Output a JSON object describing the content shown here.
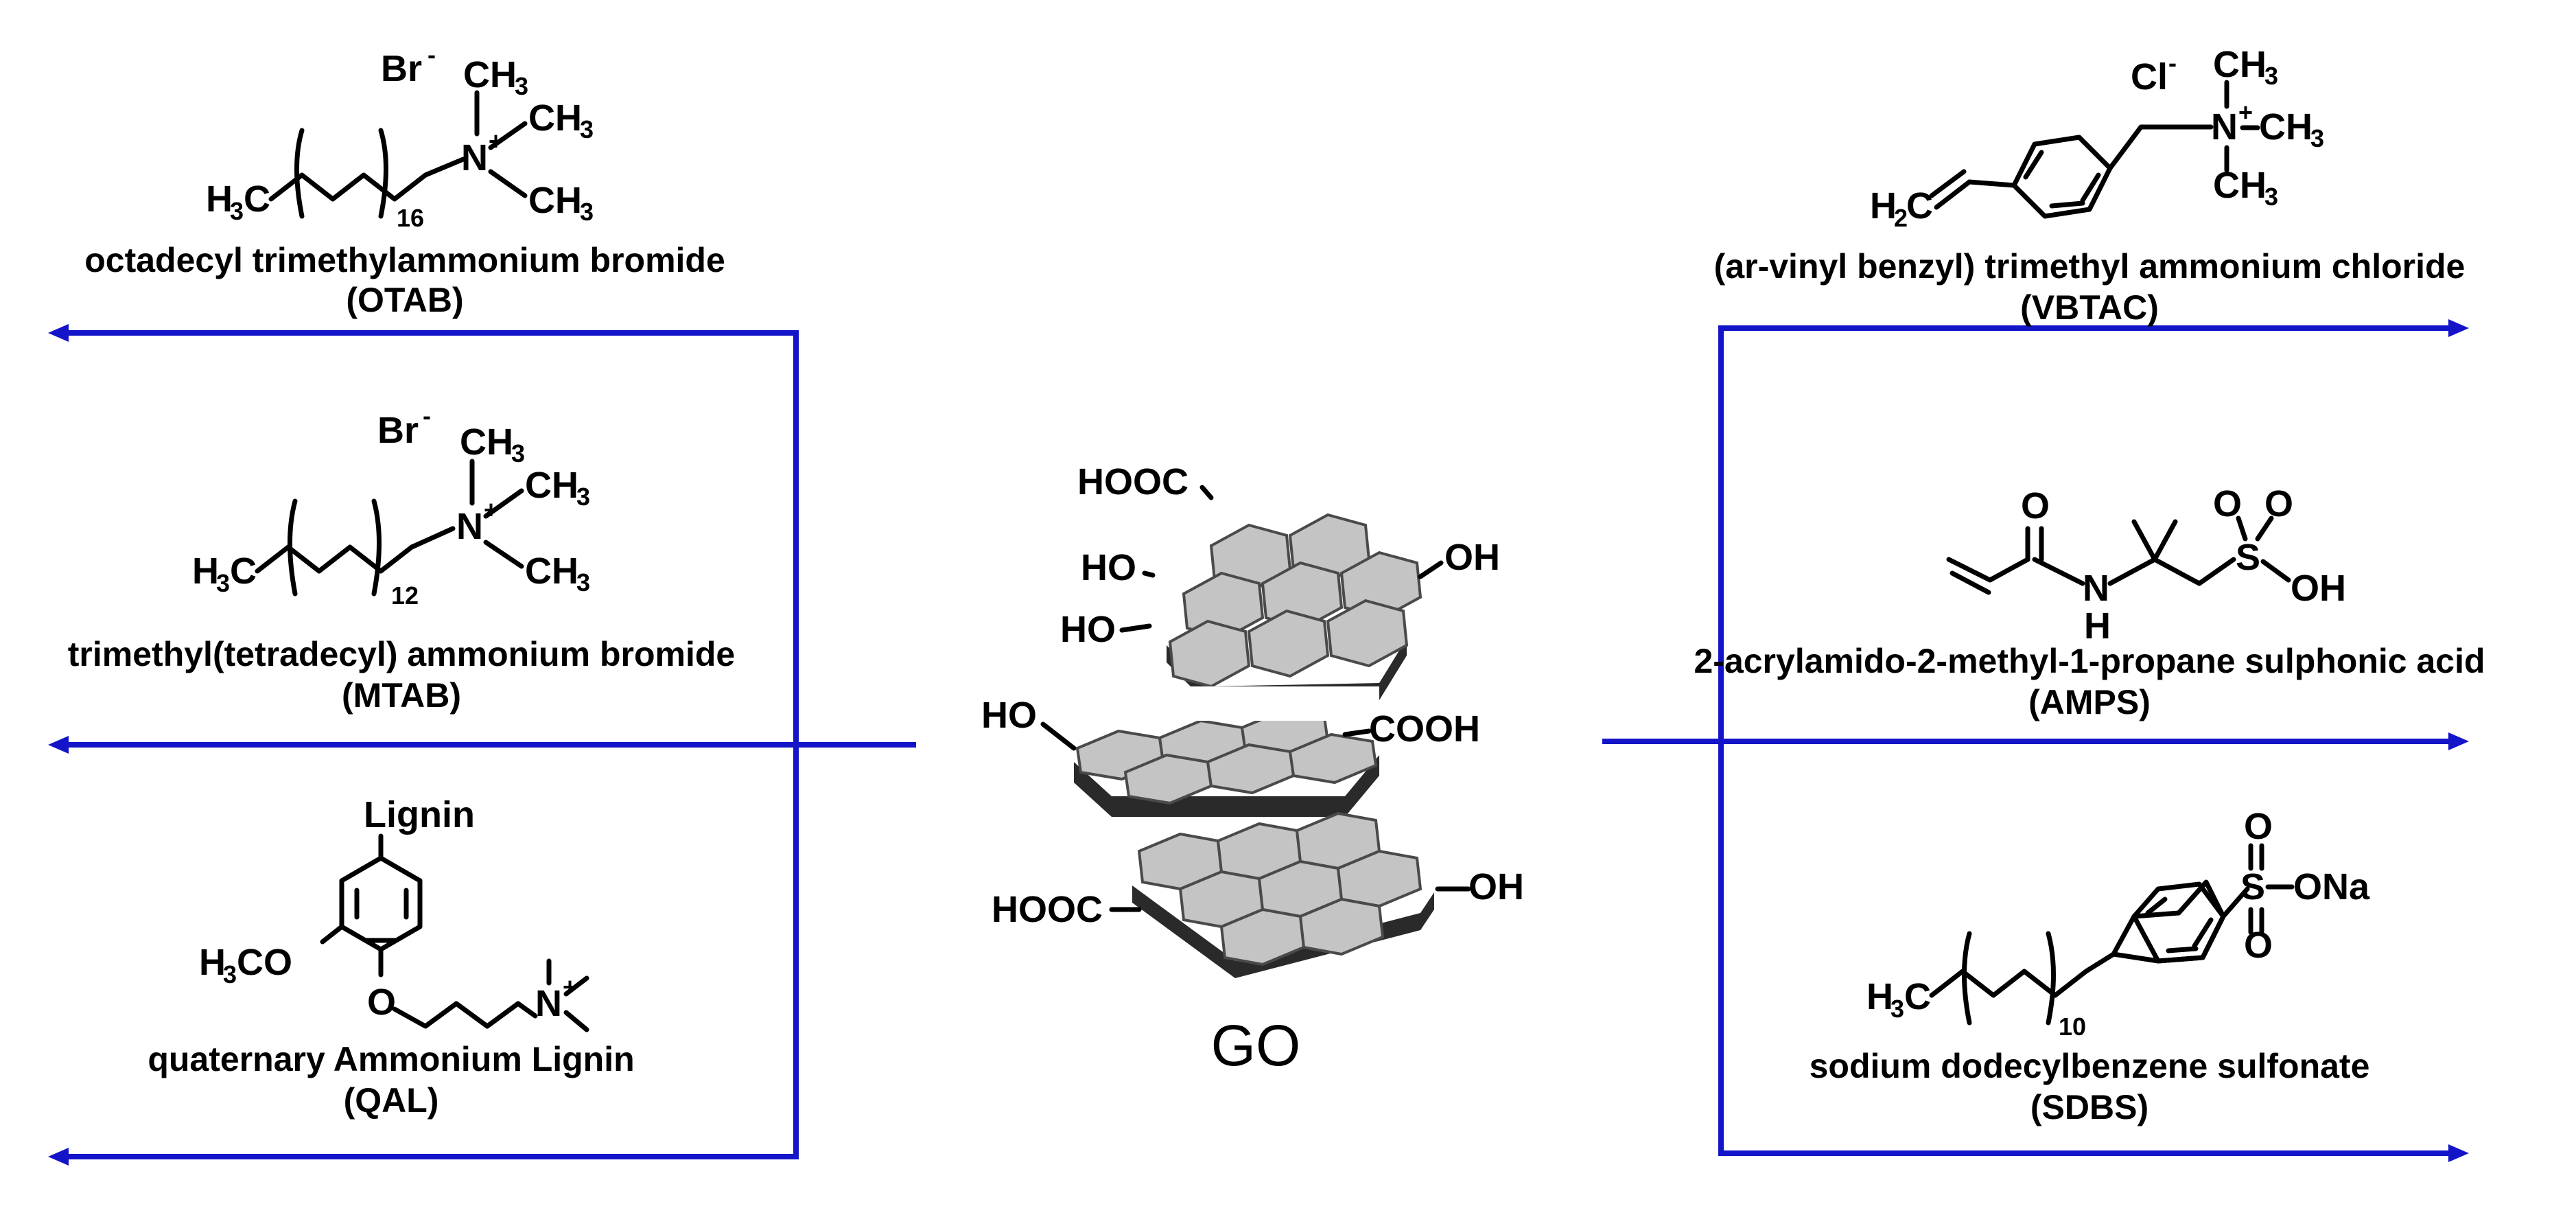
{
  "colors": {
    "arrow": "#1414c8",
    "sheet_top": "#c4c4c4",
    "sheet_edge": "#2a2a2a",
    "text": "#000000"
  },
  "center": {
    "label": "GO",
    "groups": [
      "HOOC",
      "HO",
      "HO",
      "OH",
      "HO",
      "COOH",
      "HOOC",
      "OH"
    ]
  },
  "compounds": [
    {
      "name": "octadecyl trimethylammonium bromide",
      "abbr": "(OTAB)",
      "counterion": "Br",
      "count": "16"
    },
    {
      "name": "trimethyl(tetradecyl) ammonium bromide",
      "abbr": "(MTAB)",
      "counterion": "Br",
      "count": "12"
    },
    {
      "name": "quaternary Ammonium Lignin",
      "abbr": "(QAL)",
      "top_group": "Lignin",
      "side_group": "H3CO"
    },
    {
      "name": "(ar-vinyl benzyl) trimethyl ammonium chloride",
      "abbr": "(VBTAC)",
      "counterion": "Cl"
    },
    {
      "name": "2-acrylamido-2-methyl-1-propane sulphonic acid",
      "abbr": "(AMPS)"
    },
    {
      "name": "sodium dodecylbenzene sulfonate",
      "abbr": "(SDBS)",
      "count": "10",
      "end_group": "ONa"
    }
  ]
}
